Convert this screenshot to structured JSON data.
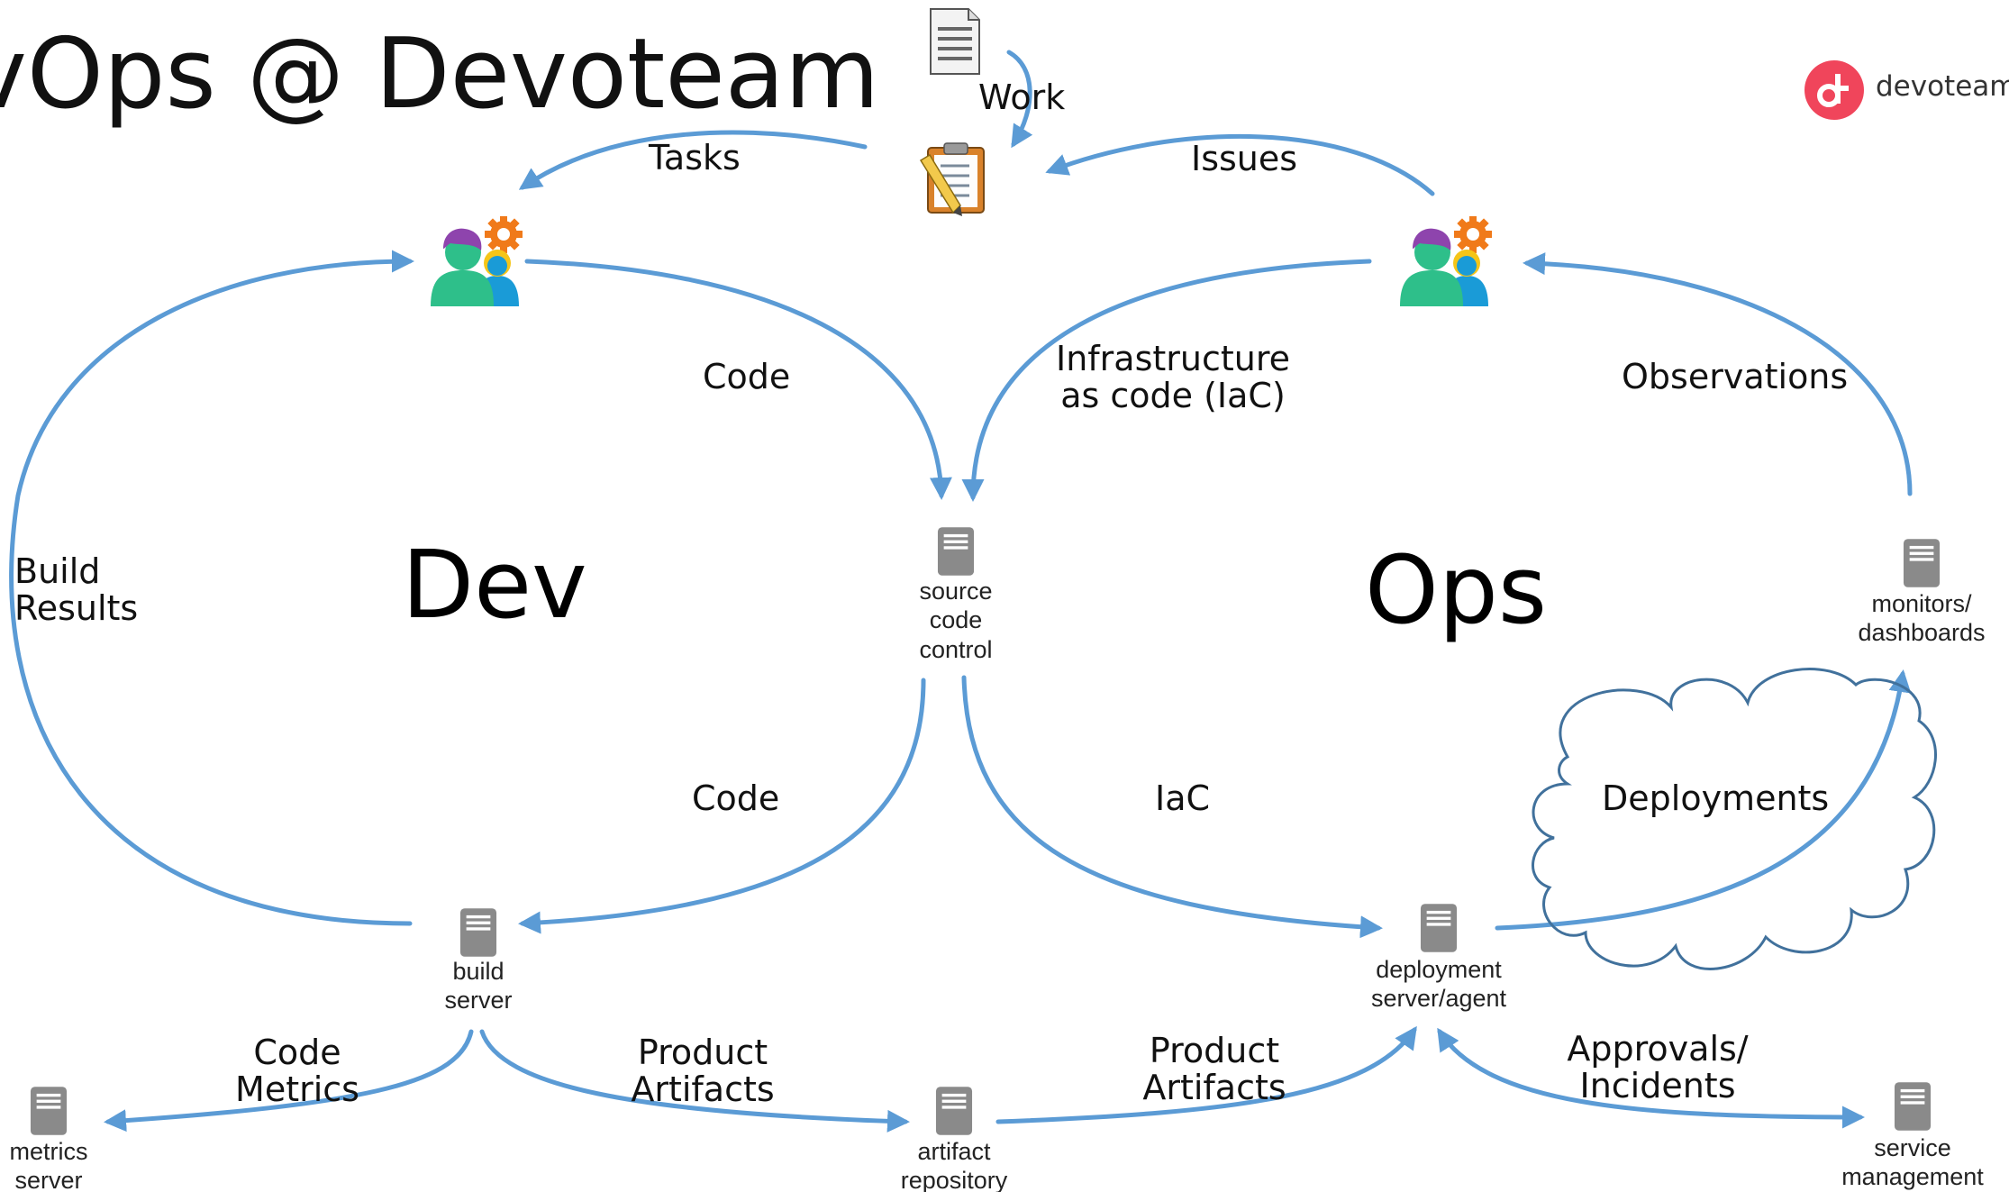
{
  "title": "vOps @ Devoteam",
  "brand": {
    "name": "devoteam",
    "logo_icon": "devoteam-logo-icon",
    "accent": "#f0455b"
  },
  "regions": {
    "dev": "Dev",
    "ops": "Ops"
  },
  "top": {
    "work": "Work",
    "tasks": "Tasks",
    "issues": "Issues"
  },
  "flows": {
    "code_top": "Code",
    "iac_top_line1": "Infrastructure",
    "iac_top_line2": "as code (IaC)",
    "observations": "Observations",
    "build_results_line1": "Build",
    "build_results_line2": "Results",
    "code_bottom": "Code",
    "iac_bottom": "IaC",
    "deployments": "Deployments",
    "code_metrics_line1": "Code",
    "code_metrics_line2": "Metrics",
    "product_artifacts_left_line1": "Product",
    "product_artifacts_left_line2": "Artifacts",
    "product_artifacts_right_line1": "Product",
    "product_artifacts_right_line2": "Artifacts",
    "approvals_line1": "Approvals/",
    "approvals_line2": "Incidents"
  },
  "nodes": {
    "source_control": {
      "line1": "source",
      "line2": "code",
      "line3": "control"
    },
    "monitors": {
      "line1": "monitors/",
      "line2": "dashboards"
    },
    "build_server": {
      "line1": "build",
      "line2": "server"
    },
    "deployment_server": {
      "line1": "deployment",
      "line2": "server/agent"
    },
    "metrics_server": {
      "line1": "metrics",
      "line2": "server"
    },
    "artifact_repository": {
      "line1": "artifact",
      "line2": "repository"
    },
    "service_management": {
      "line1": "service",
      "line2": "management"
    }
  },
  "icons": {
    "work": "document-icon",
    "tasks": "clipboard-icon",
    "team": "team-users-gear-icon",
    "server": "server-icon"
  },
  "colors": {
    "arrow": "#5b9bd5",
    "cloud": "#41719c",
    "server": "#8a8a8a",
    "person_front": "#2ebf8a",
    "person_back": "#1a9bd7",
    "hair": "#8e44ad",
    "gear": "#f07a1a"
  }
}
